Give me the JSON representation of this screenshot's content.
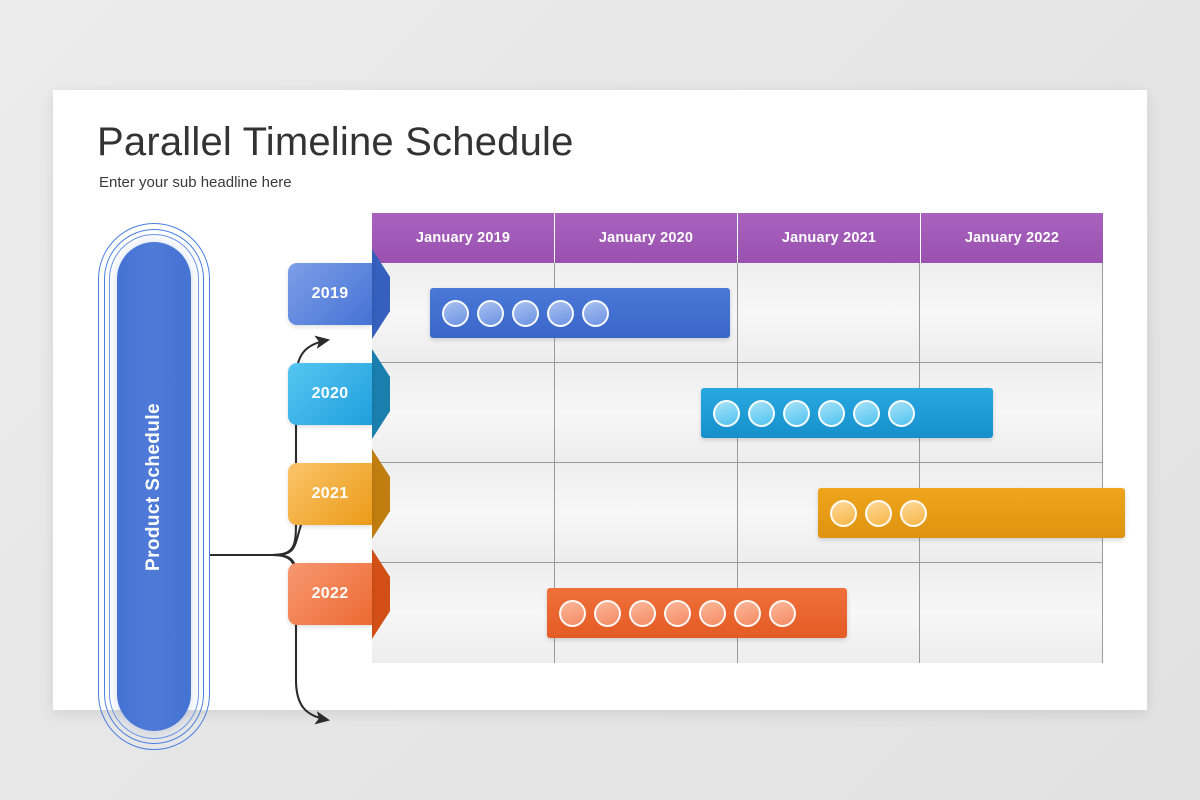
{
  "slide": {
    "title": "Parallel Timeline Schedule",
    "subtitle": "Enter your sub headline here"
  },
  "capsule": {
    "label": "Product Schedule",
    "color": "#4472d4"
  },
  "timeline": {
    "columns": [
      {
        "label": "January 2019"
      },
      {
        "label": "January 2020"
      },
      {
        "label": "January 2021"
      },
      {
        "label": "January 2022"
      }
    ],
    "header_color": "#a05bb5",
    "grid_line_color": "#9b9b9b",
    "rows": [
      {
        "year": "2019",
        "color": "#4472d4",
        "theme": "c-blue",
        "bar": {
          "start_pct": 8,
          "width_pct": 41,
          "dots": 5
        }
      },
      {
        "year": "2020",
        "color": "#1f9fdc",
        "theme": "c-cyan",
        "bar": {
          "start_pct": 45,
          "width_pct": 40,
          "dots": 6
        }
      },
      {
        "year": "2021",
        "color": "#eb9b17",
        "theme": "c-amber",
        "bar": {
          "start_pct": 61,
          "width_pct": 42,
          "dots": 3
        }
      },
      {
        "year": "2022",
        "color": "#ec6a31",
        "theme": "c-orange",
        "bar": {
          "start_pct": 24,
          "width_pct": 41,
          "dots": 7
        }
      }
    ]
  },
  "connectors": {
    "count": 4,
    "stroke": "#2b2b2b"
  }
}
